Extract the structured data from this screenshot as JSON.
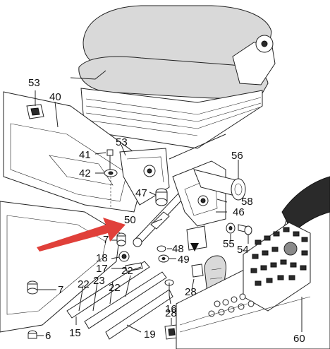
{
  "diagram": {
    "labels": {
      "p53a": "53",
      "p40": "40",
      "p53b": "53",
      "p41": "41",
      "p42": "42",
      "p47": "47",
      "p56": "56",
      "p58": "58",
      "p46": "46",
      "p50": "50",
      "p7a": "7",
      "p18": "18",
      "p17": "17",
      "p22a": "22",
      "p48": "48",
      "p49": "49",
      "p55": "55",
      "p54": "54",
      "p7b": "7",
      "p22b": "22",
      "p23": "23",
      "p22c": "22",
      "p16": "16",
      "p28a": "28",
      "p28b": "28",
      "p15": "15",
      "p6": "6",
      "p19": "19",
      "p60": "60"
    },
    "colors": {
      "arrow": "#e0403a",
      "ink": "#222222",
      "seat": "#cfcfcf"
    }
  }
}
